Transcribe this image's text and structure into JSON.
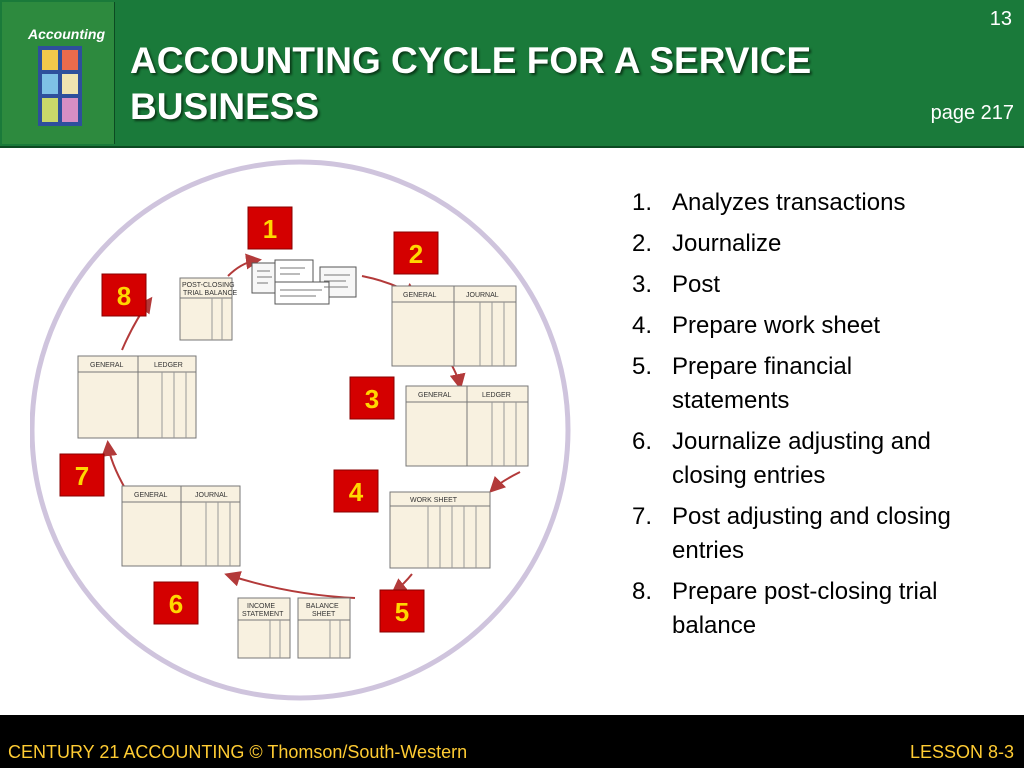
{
  "header": {
    "title_line1": "ACCOUNTING CYCLE FOR A SERVICE",
    "title_line2": "BUSINESS",
    "slide_number": "13",
    "page_ref": "page 217"
  },
  "cover": {
    "title": "Accounting"
  },
  "diagram": {
    "badges": [
      "1",
      "2",
      "3",
      "4",
      "5",
      "6",
      "7",
      "8"
    ],
    "forms": {
      "journal_top": [
        "GENERAL",
        "JOURNAL"
      ],
      "ledger_right": [
        "GENERAL",
        "LEDGER"
      ],
      "work_sheet": "WORK SHEET",
      "income_statement": [
        "INCOME",
        "STATEMENT"
      ],
      "balance_sheet": [
        "BALANCE",
        "SHEET"
      ],
      "journal_bottom": [
        "GENERAL",
        "JOURNAL"
      ],
      "ledger_left": [
        "GENERAL",
        "LEDGER"
      ],
      "post_closing": [
        "POST-CLOSING",
        "TRIAL BALANCE"
      ]
    },
    "colors": {
      "badge_fill": "#d40000",
      "badge_text": "#ffd700",
      "ring": "#cfc4dd",
      "arrow": "#b33a3a",
      "paper": "#f8f1e0"
    }
  },
  "steps": [
    {
      "num": "1.",
      "text": "Analyzes transactions"
    },
    {
      "num": "2.",
      "text": "Journalize"
    },
    {
      "num": "3.",
      "text": "Post"
    },
    {
      "num": "4.",
      "text": "Prepare work sheet"
    },
    {
      "num": "5.",
      "text": "Prepare financial statements"
    },
    {
      "num": "6.",
      "text": "Journalize adjusting and closing entries"
    },
    {
      "num": "7.",
      "text": "Post adjusting and closing entries"
    },
    {
      "num": "8.",
      "text": "Prepare post-closing trial balance"
    }
  ],
  "footer": {
    "left": "CENTURY 21 ACCOUNTING © Thomson/South-Western",
    "right": "LESSON  8-3"
  }
}
